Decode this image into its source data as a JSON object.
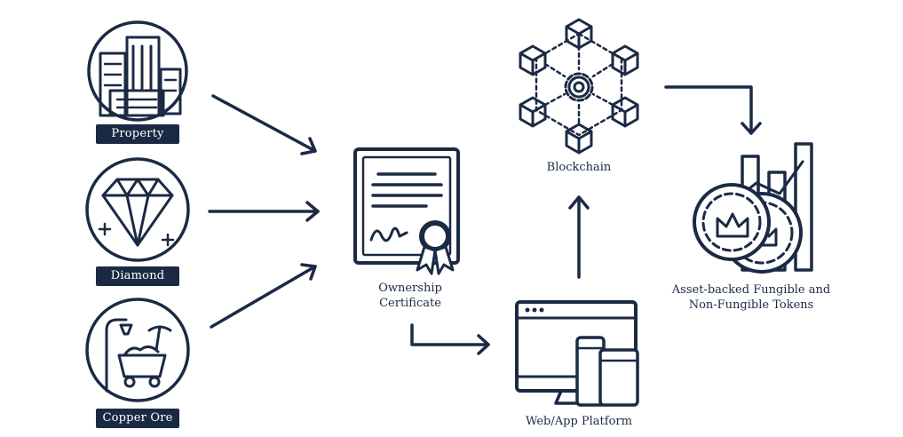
{
  "assets": [
    {
      "label": "Property"
    },
    {
      "label": "Diamond"
    },
    {
      "label": "Copper Ore"
    }
  ],
  "certificate": {
    "line1": "Ownership",
    "line2": "Certificate"
  },
  "platform": {
    "label": "Web/App Platform"
  },
  "blockchain": {
    "label": "Blockchain"
  },
  "tokens": {
    "line1": "Asset-backed Fungible and",
    "line2": "Non-Fungible Tokens"
  },
  "colors": {
    "ink": "#1b2a44",
    "background": "#ffffff"
  }
}
